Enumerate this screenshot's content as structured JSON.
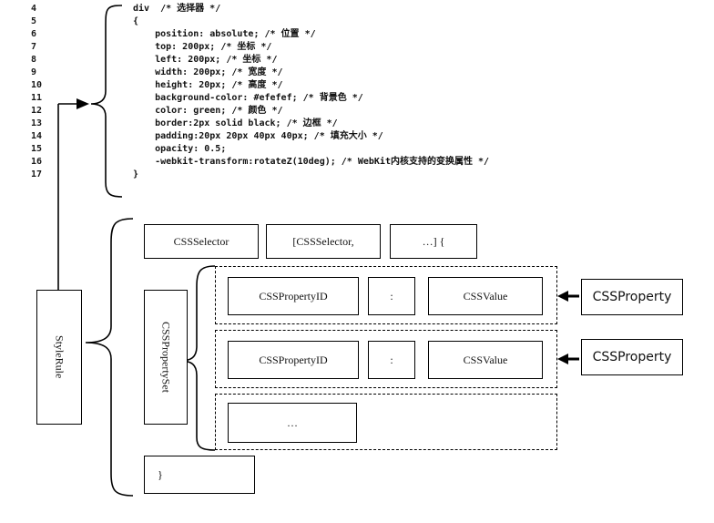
{
  "code": {
    "line_numbers": [
      "4",
      "5",
      "6",
      "7",
      "8",
      "9",
      "10",
      "11",
      "12",
      "13",
      "14",
      "15",
      "16",
      "17"
    ],
    "lines": [
      "div  /* 选择器 */",
      "{",
      "    position: absolute; /* 位置 */",
      "    top: 200px; /* 坐标 */",
      "    left: 200px; /* 坐标 */",
      "    width: 200px; /* 宽度 */",
      "    height: 20px; /* 高度 */",
      "    background-color: #efefef; /* 背景色 */",
      "    color: green; /* 颜色 */",
      "    border:2px solid black; /* 边框 */",
      "    padding:20px 20px 40px 40px; /* 填充大小 */",
      "    opacity: 0.5;",
      "    -webkit-transform:rotateZ(10deg); /* WebKit内核支持的变换属性 */",
      "}"
    ]
  },
  "diagram": {
    "style_rule": "StyleRule",
    "selector_1": "CSSSelector",
    "selector_2": "[CSSSelector,",
    "selector_3": "…]   {",
    "property_set": "CSSPropertySet",
    "row_1": {
      "id": "CSSPropertyID",
      "colon": ":",
      "value": "CSSValue"
    },
    "row_2": {
      "id": "CSSPropertyID",
      "colon": ":",
      "value": "CSSValue"
    },
    "row_3": {
      "ellipsis": "…"
    },
    "closing": "}",
    "css_property_1": "CSSProperty",
    "css_property_2": "CSSProperty"
  }
}
